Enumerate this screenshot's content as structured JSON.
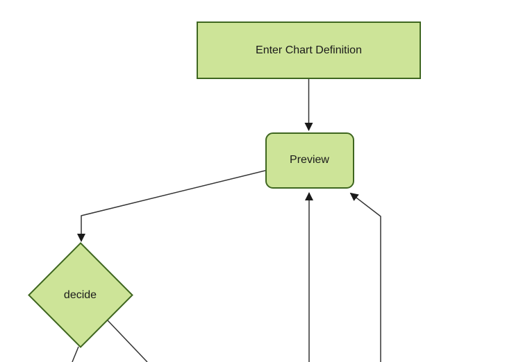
{
  "diagram": {
    "type": "flowchart",
    "nodes": [
      {
        "id": "A",
        "label": "Enter Chart Definition",
        "shape": "rectangle"
      },
      {
        "id": "B",
        "label": "Preview",
        "shape": "rounded-rectangle"
      },
      {
        "id": "C",
        "label": "decide",
        "shape": "diamond"
      }
    ],
    "edges": [
      {
        "from": "A",
        "to": "B",
        "arrow": true
      },
      {
        "from": "B",
        "to": "C",
        "arrow": true
      },
      {
        "from": "offscreen-bottom",
        "to": "B",
        "arrow": true
      },
      {
        "from": "offscreen-bottom-right",
        "to": "B",
        "arrow": true
      },
      {
        "from": "C",
        "to": "offscreen-bottom-left",
        "arrow": false
      },
      {
        "from": "C",
        "to": "offscreen-bottom-right",
        "arrow": false
      }
    ]
  },
  "colors": {
    "background": "#ffffff",
    "node-fill": "#cde498",
    "node-border": "#3e661f",
    "edge": "#333333",
    "arrowhead": "#1a1a1a",
    "label": "#1a1a1a"
  }
}
